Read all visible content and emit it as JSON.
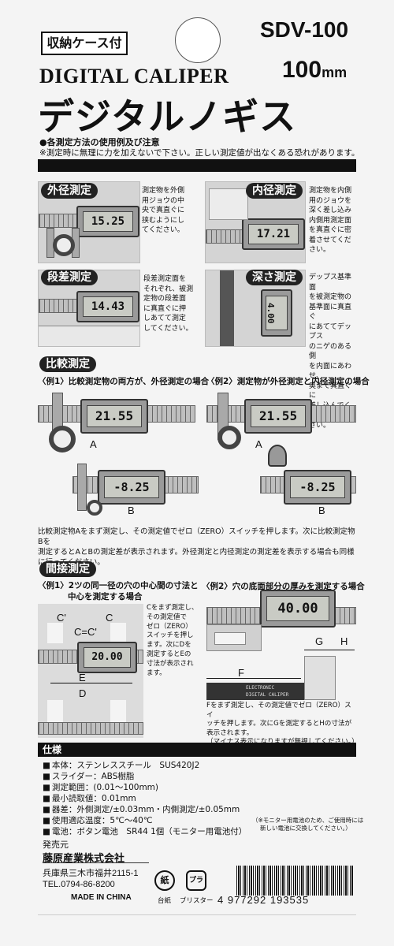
{
  "header": {
    "badge": "収納ケース付",
    "model": "SDV-100",
    "size_value": "100",
    "size_unit": "mm",
    "title_en": "DIGITAL CALIPER",
    "title_jp": "デジタルノギス"
  },
  "notice": {
    "title": "●各測定方法の使用例及び注意",
    "sub": "※測定時に無理に力を加えないで下さい。正しい測定値が出なくある恐れがあります。"
  },
  "methods": [
    {
      "label": "外径測定",
      "reading": "15.25",
      "desc": [
        "測定物を外側",
        "用ジョウの中",
        "央で真直ぐに",
        "挟むようにし",
        "てください。"
      ]
    },
    {
      "label": "内径測定",
      "reading": "17.21",
      "desc": [
        "測定物を内側",
        "用のジョウを",
        "深く差し込み",
        "内側用測定面",
        "を真直ぐに密",
        "着させてくだ",
        "さい。"
      ]
    },
    {
      "label": "段差測定",
      "reading": "14.43",
      "desc": [
        "段差測定面を",
        "それぞれ、被測",
        "定物の段差面",
        "に真直ぐに押",
        "しあてて測定",
        "してください。"
      ]
    },
    {
      "label": "深さ測定",
      "reading": "4.00",
      "desc": [
        "デップス基準面",
        "を被測定物の",
        "基準面に真直ぐ",
        "にあててデップス",
        "のニゲのある側",
        "を内面にあわせ、",
        "奥まで真直ぐに",
        "差し込んでくだ",
        "さい。"
      ]
    }
  ],
  "comparison": {
    "label": "比較測定",
    "ex1_title": "〈例1〉比較測定物の両方が、外径測定の場合",
    "ex2_title": "〈例2〉測定物が外径測定と内径測定の場合",
    "reading_a": "21.55",
    "reading_b": "-8.25",
    "letter_a": "A",
    "letter_b": "B",
    "note": [
      "比較測定物Aをまず測定し、その測定値でゼロ（ZERO）スイッチを押します。次に比較測定物Bを",
      "測定するとAとBの測定差が表示されます。外径測定と内径測定の測定差を表示する場合も同様",
      "に行ってください。"
    ]
  },
  "indirect": {
    "label": "間接測定",
    "ex1_title": [
      "〈例1〉2ツの同一径の穴の中心間の寸法と",
      "中心を測定する場合"
    ],
    "ex2_title": "〈例2〉穴の底面部分の厚みを測定する場合",
    "letter_c1": "C'",
    "letter_c2": "C",
    "equation": "C=C'",
    "letter_e": "E",
    "letter_d": "D",
    "letter_f": "F",
    "letter_g": "G",
    "letter_h": "H",
    "reading_1": "20.00",
    "reading_2": "40.00",
    "ex1_desc": [
      "Cをまず測定し、",
      "その測定値で",
      "ゼロ（ZERO）",
      "スイッチを押し",
      "ます。次にDを",
      "測定するとEの",
      "寸法が表示され",
      "ます。"
    ],
    "ex2_desc": [
      "Fをまず測定し、その測定値でゼロ（ZERO）スイ",
      "ッチを押します。次にGを測定するとHの寸法が",
      "表示されます。",
      "（マイナス表示になりますが無視してください。）"
    ],
    "body_print": "ELECTRONIC",
    "body_print2": "DIGITAL CALIPER"
  },
  "specs": {
    "label": "仕様",
    "items": [
      "本体：ステンレススチール　SUS420J2",
      "スライダー：ABS樹脂",
      "測定範囲：(0.01～100mm)",
      "最小読取値：0.01mm",
      "器差：外側測定/±0.03mm・内側測定/±0.05mm",
      "使用適応温度：5℃～40℃",
      "電池：ボタン電池　SR44 1個（モニター用電池付）"
    ],
    "battery_note": [
      "（※モニター用電池のため、ご使用時には",
      "新しい電池に交換してください。）"
    ]
  },
  "footer": {
    "publisher_label": "発売元",
    "company": "藤原産業株式会社",
    "address": "兵庫県三木市福井2115-1",
    "tel": "TEL.0794-86-8200",
    "made_in": "MADE IN CHINA",
    "recycle1_mark": "紙",
    "recycle1_label": "台紙",
    "recycle2_mark": "プラ",
    "recycle2_label": "ブリスター",
    "barcode_number": "4 977292 193535"
  }
}
